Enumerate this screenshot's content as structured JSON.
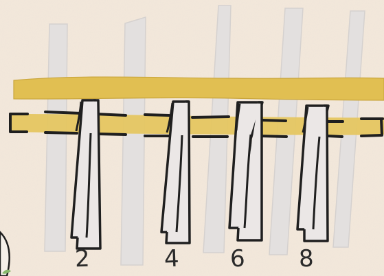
{
  "diagram": {
    "labels": [
      "2",
      "4",
      "6",
      "8"
    ],
    "colors": {
      "paper": "#f3e8db",
      "stick": "#e2dfde",
      "stick_edge": "#d2cfcd",
      "band": "#e2bf53",
      "band_dark": "#c9a53c",
      "outline": "#1f1f1f",
      "leaf": "#87b96b"
    }
  }
}
